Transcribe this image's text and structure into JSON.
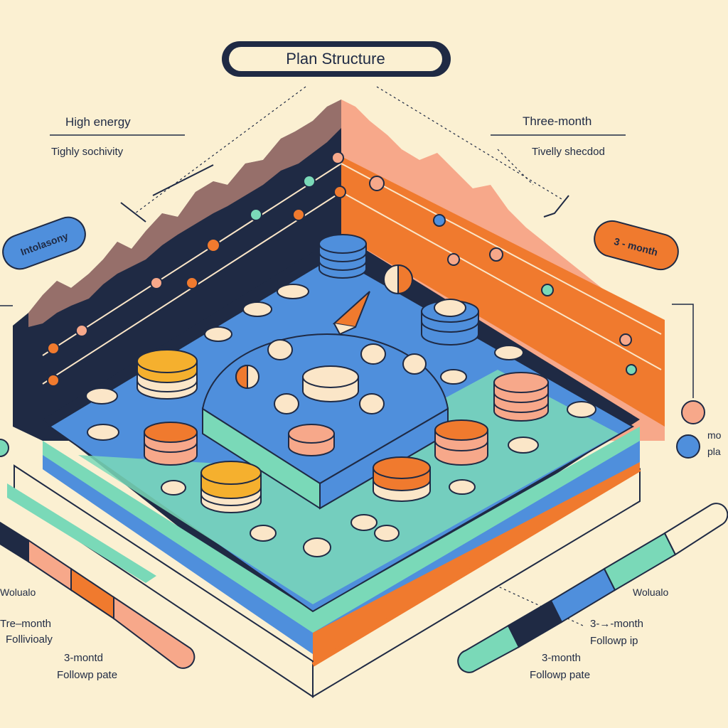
{
  "title": "Plan Structure",
  "labels": {
    "high_energy": "High energy",
    "tighly": "Tighly sochivity",
    "three_month": "Three-month",
    "tivelly": "Tivelly shecdod",
    "intolasony": "Intolasony",
    "three_m": "3 - month",
    "wolualo_left": "Wolualo",
    "tre_month": "Tre–month",
    "follivialy": "Follivioaly",
    "three_montd": "3-montd",
    "followp_pate_left": "Followp pate",
    "wolualo_right": "Wolualo",
    "three_month_r": "3-→-month",
    "followp_ip": "Followp ip",
    "three_month_r2": "3-month",
    "followp_pate_right": "Followp pate",
    "mo": "mo",
    "pla": "pla"
  },
  "colors": {
    "background": "#fbf0d2",
    "navy": "#1f2a44",
    "orange": "#f07a2e",
    "salmon": "#f7a88a",
    "blue": "#4f8fdc",
    "mint": "#7ad9b8",
    "yellow": "#f5b02e",
    "cream": "#fbe6c8"
  }
}
